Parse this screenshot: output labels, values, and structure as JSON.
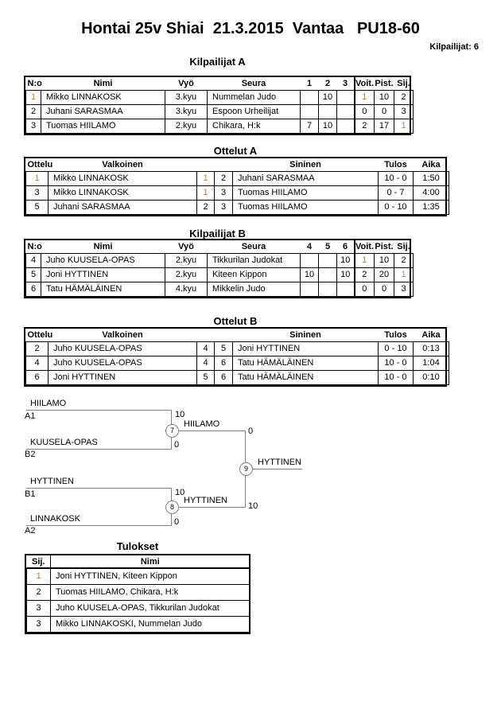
{
  "page": {
    "title": "Hontai 25v Shiai  21.3.2015  Vantaa   PU18-60",
    "competitors_count_label": "Kilpailijat: 6"
  },
  "pool_a": {
    "title": "Kilpailijat A",
    "headers": {
      "no": "N:o",
      "name": "Nimi",
      "belt": "Vyö",
      "club": "Seura",
      "m1": "1",
      "m2": "2",
      "m3": "3",
      "wins": "Voit.",
      "points": "Pist.",
      "place": "Sij."
    },
    "rows": [
      {
        "no": "1",
        "name": "Mikko LINNAKOSK",
        "belt": "3.kyu",
        "club": "Nummelan Judo",
        "m1": "",
        "m2": "10",
        "m3": "",
        "wins": "1",
        "points": "10",
        "place": "2"
      },
      {
        "no": "2",
        "name": "Juhani SARASMAA",
        "belt": "3.kyu",
        "club": "Espoon Urheilijat",
        "m1": "",
        "m2": "",
        "m3": "",
        "wins": "0",
        "points": "0",
        "place": "3"
      },
      {
        "no": "3",
        "name": "Tuomas HIILAMO",
        "belt": "2.kyu",
        "club": "Chikara, H:k",
        "m1": "7",
        "m2": "10",
        "m3": "",
        "wins": "2",
        "points": "17",
        "place": "1"
      }
    ]
  },
  "matches_a": {
    "title": "Ottelut A",
    "headers": {
      "match": "Ottelu",
      "white": "Valkoinen",
      "blue": "Sininen",
      "result": "Tulos",
      "time": "Aika"
    },
    "rows": [
      {
        "match": "1",
        "white": "Mikko LINNAKOSK",
        "white_no": "1",
        "blue_no": "2",
        "blue": "Juhani SARASMAA",
        "result": "10 - 0",
        "time": "1:50"
      },
      {
        "match": "3",
        "white": "Mikko LINNAKOSK",
        "white_no": "1",
        "blue_no": "3",
        "blue": "Tuomas HIILAMO",
        "result": "0 - 7",
        "time": "4:00"
      },
      {
        "match": "5",
        "white": "Juhani SARASMAA",
        "white_no": "2",
        "blue_no": "3",
        "blue": "Tuomas HIILAMO",
        "result": "0 - 10",
        "time": "1:35"
      }
    ]
  },
  "pool_b": {
    "title": "Kilpailijat B",
    "headers": {
      "no": "N:o",
      "name": "Nimi",
      "belt": "Vyö",
      "club": "Seura",
      "m1": "4",
      "m2": "5",
      "m3": "6",
      "wins": "Voit.",
      "points": "Pist.",
      "place": "Sij."
    },
    "rows": [
      {
        "no": "4",
        "name": "Juho KUUSELA-OPAS",
        "belt": "2.kyu",
        "club": "Tikkurilan Judokat",
        "m1": "",
        "m2": "",
        "m3": "10",
        "wins": "1",
        "points": "10",
        "place": "2"
      },
      {
        "no": "5",
        "name": "Joni HYTTINEN",
        "belt": "2.kyu",
        "club": "Kiteen Kippon",
        "m1": "10",
        "m2": "",
        "m3": "10",
        "wins": "2",
        "points": "20",
        "place": "1"
      },
      {
        "no": "6",
        "name": "Tatu HÄMÄLÄINEN",
        "belt": "4.kyu",
        "club": "Mikkelin Judo",
        "m1": "",
        "m2": "",
        "m3": "",
        "wins": "0",
        "points": "0",
        "place": "3"
      }
    ]
  },
  "matches_b": {
    "title": "Ottelut B",
    "headers": {
      "match": "Ottelu",
      "white": "Valkoinen",
      "blue": "Sininen",
      "result": "Tulos",
      "time": "Aika"
    },
    "rows": [
      {
        "match": "2",
        "white": "Juho KUUSELA-OPAS",
        "white_no": "4",
        "blue_no": "5",
        "blue": "Joni HYTTINEN",
        "result": "0 - 10",
        "time": "0:13"
      },
      {
        "match": "4",
        "white": "Juho KUUSELA-OPAS",
        "white_no": "4",
        "blue_no": "6",
        "blue": "Tatu HÄMÄLÄINEN",
        "result": "10 - 0",
        "time": "1:04"
      },
      {
        "match": "6",
        "white": "Joni HYTTINEN",
        "white_no": "5",
        "blue_no": "6",
        "blue": "Tatu HÄMÄLÄINEN",
        "result": "10 - 0",
        "time": "0:10"
      }
    ]
  },
  "bracket": {
    "semi1": {
      "top_name": "HIILAMO",
      "top_seed": "A1",
      "top_score": "10",
      "bottom_name": "KUUSELA-OPAS",
      "bottom_seed": "B2",
      "bottom_score": "0",
      "match_no": "7",
      "winner": "HIILAMO",
      "winner_score": "0"
    },
    "semi2": {
      "top_name": "HYTTINEN",
      "top_seed": "B1",
      "top_score": "10",
      "bottom_name": "LINNAKOSK",
      "bottom_seed": "A2",
      "bottom_score": "0",
      "match_no": "8",
      "winner": "HYTTINEN",
      "winner_score": "10"
    },
    "final": {
      "match_no": "9",
      "winner": "HYTTINEN"
    }
  },
  "results": {
    "title": "Tulokset",
    "headers": {
      "place": "Sij.",
      "name": "Nimi"
    },
    "rows": [
      {
        "place": "1",
        "name": "Joni HYTTINEN, Kiteen Kippon"
      },
      {
        "place": "2",
        "name": "Tuomas HIILAMO, Chikara, H:k"
      },
      {
        "place": "3",
        "name": "Juho KUUSELA-OPAS, Tikkurilan Judokat"
      },
      {
        "place": "3",
        "name": "Mikko LINNAKOSKI, Nummelan Judo"
      }
    ]
  }
}
